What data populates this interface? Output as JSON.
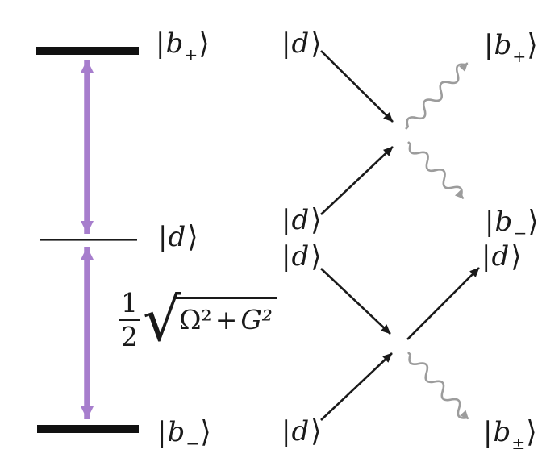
{
  "colors": {
    "ink": "#1a1a1a",
    "level_bar_black": "#111111",
    "rabi_purple": "#a77ecd",
    "photon_gray": "#9c9c9c",
    "background": "#ffffff"
  },
  "left_panel": {
    "level_b_plus": {
      "bar": "|",
      "base": "b",
      "sub": "+",
      "rangle": "⟩"
    },
    "level_d": {
      "bar": "|",
      "base": "d",
      "sub": "",
      "rangle": "⟩"
    },
    "level_b_minus": {
      "bar": "|",
      "base": "b",
      "sub": "−",
      "rangle": "⟩"
    },
    "splitting_formula": {
      "numerator": "1",
      "denominator": "2",
      "radical_sign": "√",
      "omega_term": "Ω²",
      "plus": "+",
      "g_term": "G²"
    }
  },
  "right_panel": {
    "top_process": {
      "in_top": {
        "bar": "|",
        "base": "d",
        "sub": "",
        "rangle": "⟩"
      },
      "in_bottom": {
        "bar": "|",
        "base": "d",
        "sub": "",
        "rangle": "⟩"
      },
      "out_top": {
        "bar": "|",
        "base": "b",
        "sub": "+",
        "rangle": "⟩"
      },
      "out_bottom": {
        "bar": "|",
        "base": "b",
        "sub": "−",
        "rangle": "⟩"
      }
    },
    "bottom_process": {
      "in_top": {
        "bar": "|",
        "base": "d",
        "sub": "",
        "rangle": "⟩"
      },
      "in_bottom": {
        "bar": "|",
        "base": "d",
        "sub": "",
        "rangle": "⟩"
      },
      "out_top": {
        "bar": "|",
        "base": "d",
        "sub": "",
        "rangle": "⟩"
      },
      "out_bottom": {
        "bar": "|",
        "base": "b",
        "sub": "±",
        "rangle": "⟩"
      }
    }
  }
}
